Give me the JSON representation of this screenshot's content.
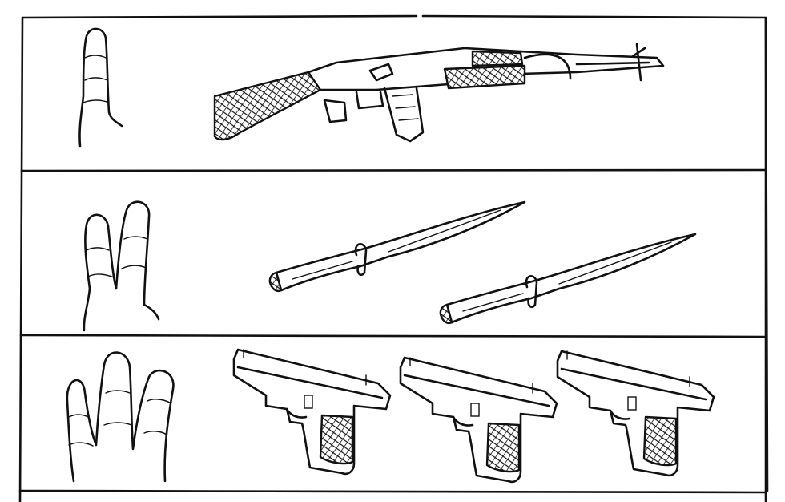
{
  "colors": {
    "paper": "#ffffff",
    "ink": "#111111"
  },
  "panels": [
    {
      "finger_count": 1,
      "object": "rifle-icon",
      "object_count": 1
    },
    {
      "finger_count": 2,
      "object": "knife-icon",
      "object_count": 2
    },
    {
      "finger_count": 3,
      "object": "pistol-icon",
      "object_count": 3
    }
  ]
}
